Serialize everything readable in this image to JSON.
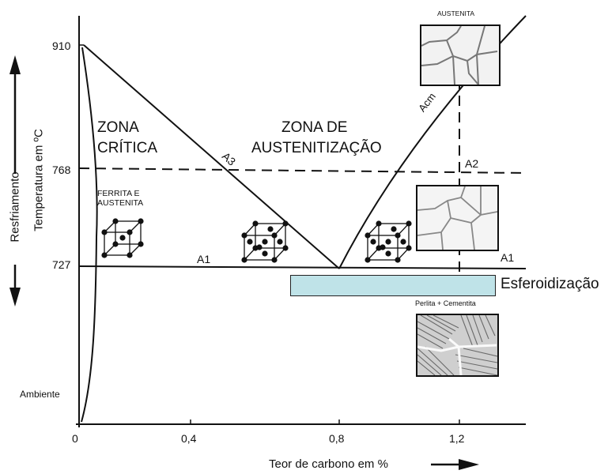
{
  "axes": {
    "x_ticks": [
      "0",
      "0,4",
      "0,8",
      "1,2"
    ],
    "y_ticks": [
      "910",
      "768",
      "727",
      "Ambiente"
    ],
    "x_label": "Teor de carbono em %",
    "y_label": "Temperatura em ºC",
    "y_direction_label": "Resfriamento"
  },
  "zones": {
    "critical_line1": "ZONA",
    "critical_line2": "CRÍTICA",
    "aust_line1": "ZONA DE",
    "aust_line2": "AUSTENITIZAÇÃO"
  },
  "line_labels": {
    "a3": "A3",
    "acm": "Acm",
    "a2": "A2",
    "a1_left": "A1",
    "a1_right": "A1"
  },
  "phase_labels": {
    "ferrita_line1": "FERRITA E",
    "ferrita_line2": "AUSTENITA",
    "austenita": "AUSTENITA",
    "perlita": "Perlita + Cementita"
  },
  "spheroidization_label": "Esferoidização"
}
